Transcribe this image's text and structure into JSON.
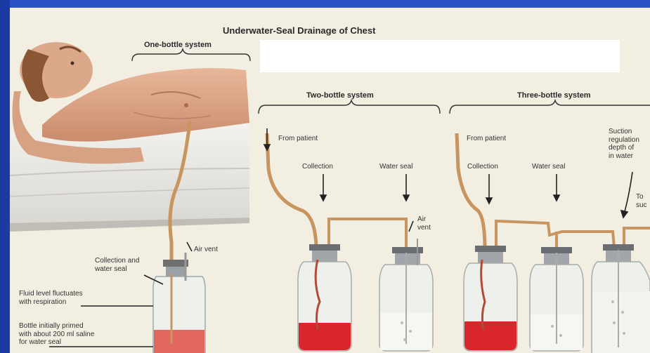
{
  "title": "Underwater-Seal Drainage of Chest",
  "one_bottle": {
    "heading": "One-bottle system",
    "collection_and_water_seal": "Collection and\nwater seal",
    "air_vent": "Air vent",
    "fluid_level": "Fluid level fluctuates\nwith respiration",
    "primed": "Bottle initially primed\nwith about 200 ml saline\nfor water seal"
  },
  "two_bottle": {
    "heading": "Two-bottle system",
    "from_patient": "From patient",
    "collection": "Collection",
    "water_seal": "Water seal",
    "air_vent": "Air\nvent"
  },
  "three_bottle": {
    "heading": "Three-bottle system",
    "from_patient": "From patient",
    "collection": "Collection",
    "water_seal": "Water seal",
    "suction_regulation": "Suction\nregulation\ndepth of\nin water",
    "to_suction": "To\nsuc"
  },
  "colors": {
    "paper": "#f2eee2",
    "blood": "#d8262c",
    "tubing": "#c89560",
    "glass": "#eef0ec",
    "frame": "#1d3fae"
  }
}
